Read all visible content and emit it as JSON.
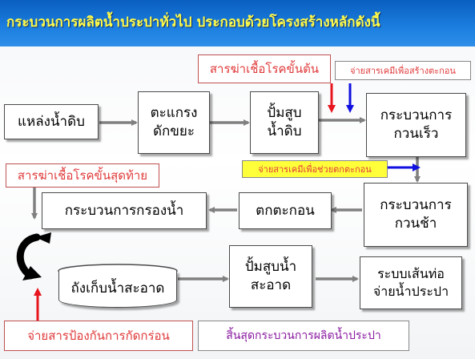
{
  "title": "กระบวนการผลิตน้ำประปาทั่วไป ประกอบด้วยโครงสร้างหลักดังนี้",
  "nodes": {
    "raw_water": "แหล่งน้ำดิบ",
    "screen_line1": "ตะแกรง",
    "screen_line2": "ดักขยะ",
    "raw_pump_line1": "ปั้มสูบ",
    "raw_pump_line2": "น้ำดิบ",
    "rapid_mix_line1": "กระบวนการ",
    "rapid_mix_line2": "กวนเร็ว",
    "slow_mix_line1": "กระบวนการ",
    "slow_mix_line2": "กวนช้า",
    "sedimentation": "ตกตะกอน",
    "filtration": "กระบวนการกรองน้ำ",
    "clear_tank": "ถังเก็บน้ำสะอาด",
    "clean_pump_line1": "ปั้มสูบน้ำ",
    "clean_pump_line2": "สะอาด",
    "distribution_line1": "ระบบเส้นท่อ",
    "distribution_line2": "จ่ายน้ำประปา"
  },
  "notes": {
    "pre_disinfect": "สารฆ่าเชื้อโรคขั้นต้น",
    "coagulant": "จ่ายสารเคมีเพื่อสร้างตะกอน",
    "flocculant": "จ่ายสารเคมีเพื่อช่วยตกตะกอน",
    "final_disinfect": "สารฆ่าเชื้อโรคขั้นสุดท้าย",
    "anticorrosion": "จ่ายสารป้องกันการกัดกร่อน",
    "end": "สิ้นสุดกระบวนการผลิตน้ำประปา"
  },
  "colors": {
    "title_bg": "#1c7fe0",
    "title_text": "#fffb4a",
    "arrow_gray": "#808080",
    "arrow_red": "#e8141e",
    "arrow_blue": "#1010e0",
    "note_red_text": "#e03a3a",
    "note_purple_text": "#8a1aa0",
    "note_yellow_bg": "#ffff3a"
  }
}
